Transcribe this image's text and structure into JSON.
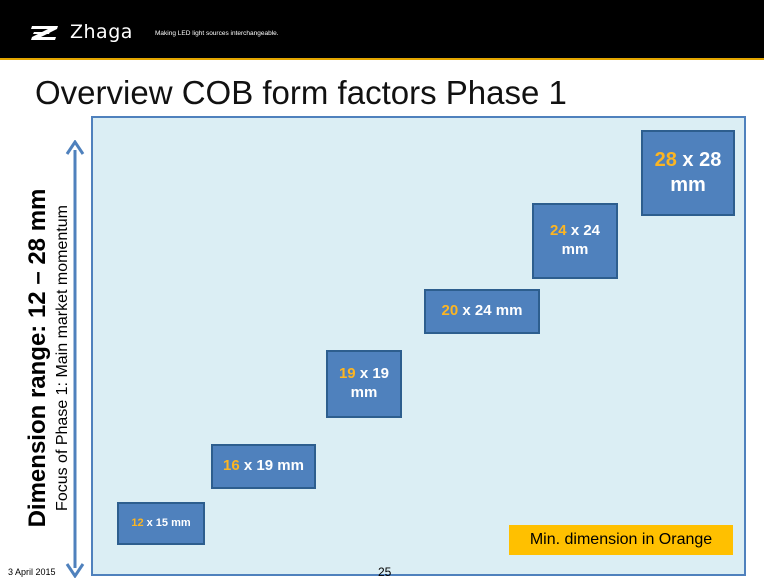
{
  "header": {
    "brand": "Zhaga",
    "tagline": "Making LED light sources interchangeable.",
    "logo_icon": "zhaga-logo-icon"
  },
  "slide": {
    "title": "Overview COB form factors Phase 1",
    "vertical_label": {
      "main": "Dimension range: 12 – 28 mm",
      "sub": "Focus of Phase 1: Main market momentum"
    },
    "boxes": [
      {
        "min": "12",
        "rest": " x 15 mm"
      },
      {
        "min": "16",
        "rest": " x 19 mm"
      },
      {
        "min": "19",
        "rest": " x 19 mm"
      },
      {
        "min": "20",
        "rest": " x 24 mm"
      },
      {
        "min": "24",
        "rest": " x 24 mm"
      },
      {
        "min": "28",
        "rest": " x 28 mm"
      }
    ],
    "legend": "Min. dimension in Orange"
  },
  "footer": {
    "date": "3 April 2015",
    "page": "25"
  },
  "colors": {
    "header_bg": "#000000",
    "accent_line": "#e3a600",
    "panel_bg": "#dbeef4",
    "box_fill": "#4f81bd",
    "min_highlight": "#fcb522",
    "legend_bg": "#ffc000"
  }
}
